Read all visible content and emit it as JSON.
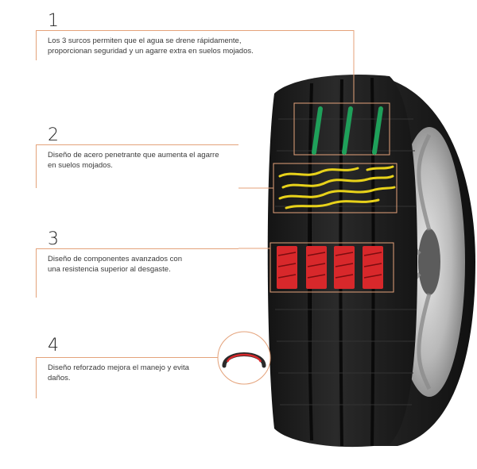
{
  "features": [
    {
      "number": "1",
      "text_line1": "Los 3 surcos permiten que el agua se drene rápidamente,",
      "text_line2": "proporcionan seguridad y un agarre extra en suelos mojados."
    },
    {
      "number": "2",
      "text_line1": "Diseño de acero penetrante que aumenta el agarre",
      "text_line2": "en suelos mojados."
    },
    {
      "number": "3",
      "text_line1": "Diseño de componentes avanzados con",
      "text_line2": "una resistencia superior al desgaste."
    },
    {
      "number": "4",
      "text_line1": "Diseño reforzado mejora el manejo y evita",
      "text_line2": "daños."
    }
  ],
  "colors": {
    "accent_line": "#e4a27a",
    "groove_green": "#1fa05a",
    "sipe_yellow": "#e8d21a",
    "block_red": "#d8282b",
    "tire_dark": "#1c1c1c"
  },
  "icons": [
    "tire-image",
    "tire-cross-section-icon"
  ]
}
